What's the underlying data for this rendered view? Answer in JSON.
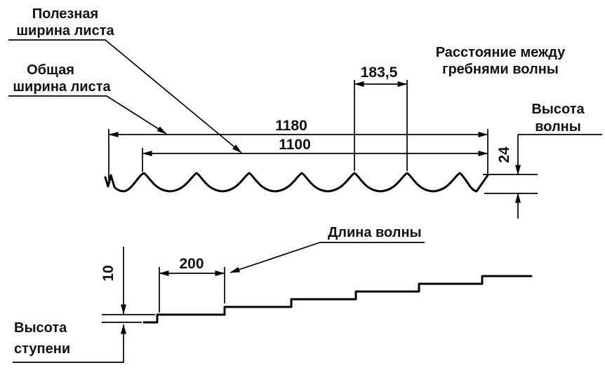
{
  "diagram": {
    "type": "technical-drawing",
    "subject": "Metal roofing sheet profile with dimensions",
    "labels": {
      "useful_width_line1": "Полезная",
      "useful_width_line2": "ширина листа",
      "overall_width_line1": "Общая",
      "overall_width_line2": "ширина листа",
      "crest_distance_line1": "Расстояние между",
      "crest_distance_line2": "гребнями волны",
      "wave_height_line1": "Высота",
      "wave_height_line2": "волны",
      "wave_length": "Длина волны",
      "step_height_line1": "Высота",
      "step_height_line2": "ступени"
    },
    "values": {
      "overall_width": "1180",
      "useful_width": "1100",
      "crest_distance": "183,5",
      "wave_height": "24",
      "wave_length": "200",
      "step_height": "10"
    },
    "colors": {
      "line": "#000000",
      "text": "#111111",
      "background": "#ffffff"
    }
  }
}
